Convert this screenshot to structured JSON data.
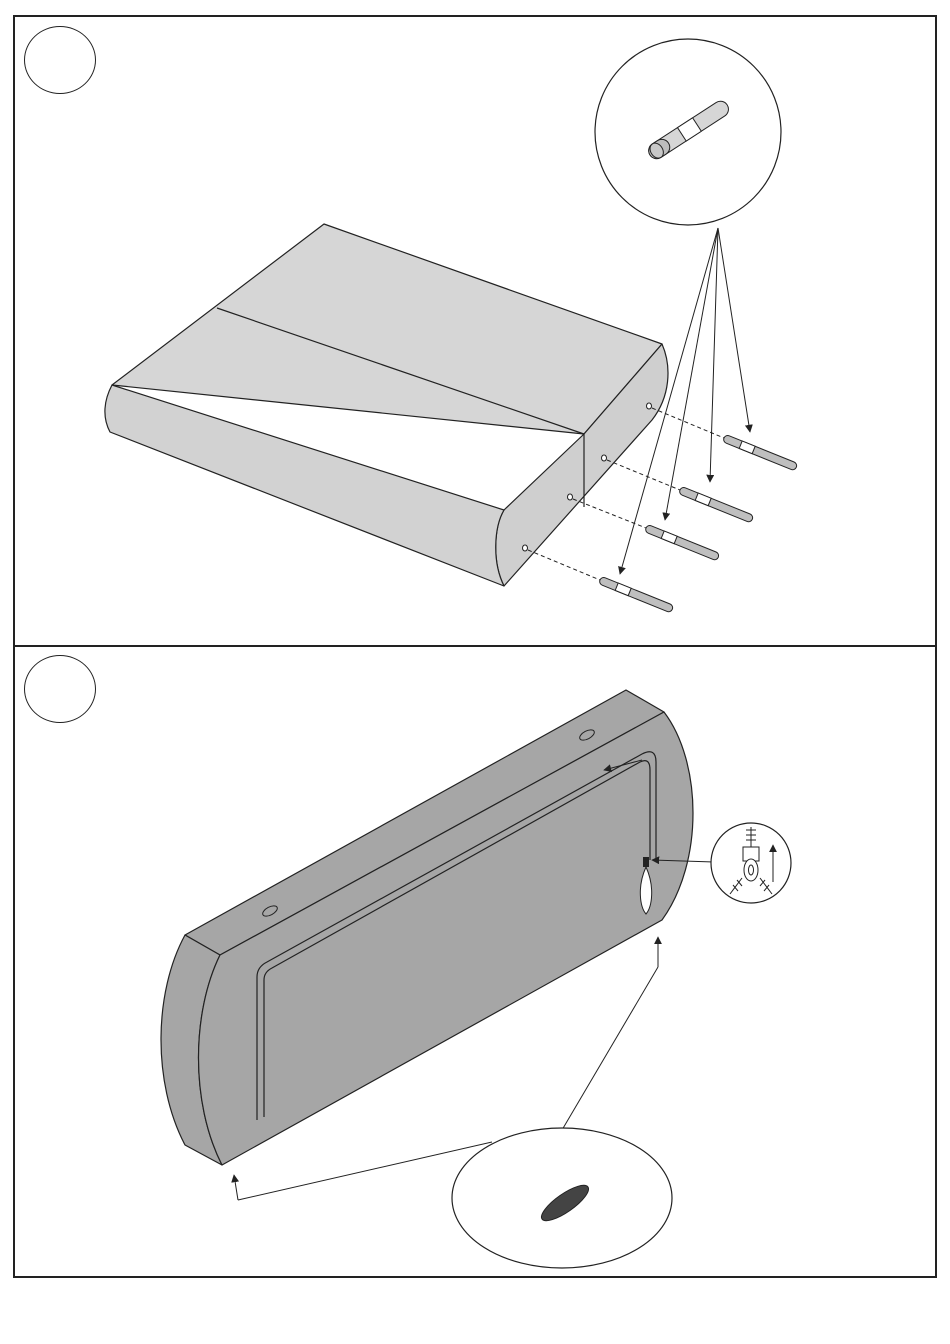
{
  "document": {
    "type": "assembly-instructions",
    "panels": [
      {
        "step_label": "",
        "description_icons": [
          "cushion-block",
          "magnifier-dowel-detail",
          "dowel-pins"
        ]
      },
      {
        "step_label": "",
        "description_icons": [
          "upholstered-panel",
          "zipper-detail",
          "magnifier-glide-detail"
        ]
      }
    ]
  },
  "colors": {
    "outline": "#222222",
    "light_fill": "#d6d6d6",
    "side_fill": "#cfcfcf",
    "dark_fill": "#a6a6a6",
    "dowel_fill": "#bfbfbf",
    "glide_fill": "#444444"
  }
}
